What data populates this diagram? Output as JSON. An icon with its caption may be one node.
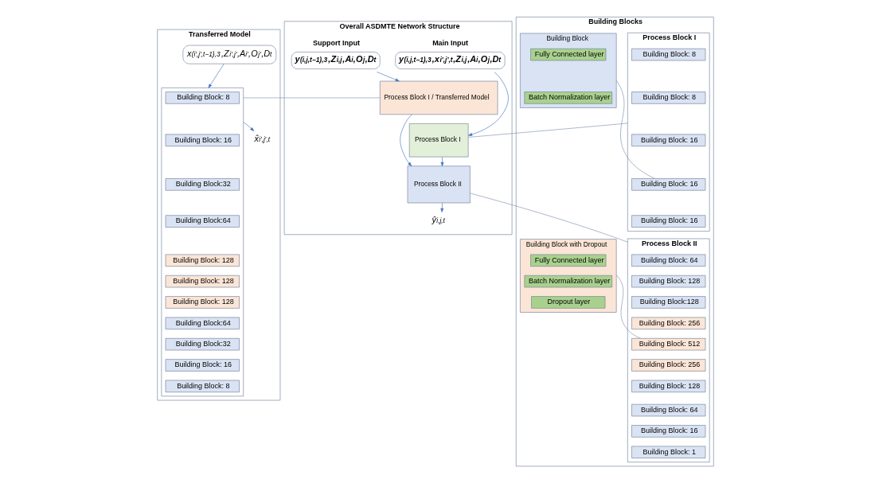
{
  "diagram": {
    "nodes": [
      {
        "text": [
          "Transferred Model"
        ]
      },
      {
        "text": [
          "x$_{(i′,j′,t−1),3}$,Z$_{i′,j′}$,A$_{i′}$,O$_{j′}$,D$_{t}$"
        ],
        "in": 0
      },
      {
        "text": [],
        "shape": "box",
        "in": 0
      },
      {
        "text": [
          "Building Block: 8"
        ],
        "in": 2
      },
      {
        "text": [
          "Building Block: 16"
        ],
        "in": 2
      },
      {
        "text": [
          "Building Block:32"
        ],
        "in": 2
      },
      {
        "text": [
          "Building Block:64"
        ],
        "in": 2
      },
      {
        "text": [
          "Building Block: 128"
        ],
        "in": 2
      },
      {
        "text": [
          "Building Block: 128"
        ],
        "in": 2
      },
      {
        "text": [
          "Building Block: 128"
        ],
        "in": 2
      },
      {
        "text": [
          "Building Block:64"
        ],
        "in": 2
      },
      {
        "text": [
          "Building Block:32"
        ],
        "in": 2
      },
      {
        "text": [
          "Building Block: 16"
        ],
        "in": 2
      },
      {
        "text": [
          "Building Block: 8"
        ],
        "in": 2
      },
      {
        "text": [
          "x̂$_{i′,j′,t}$"
        ],
        "in": 0
      },
      {
        "text": [
          "Overall ASDMTE Network Structure"
        ]
      },
      {
        "text": [
          "Support Input",
          "y$_{(i,j,t−1),3}$,Z$_{i,j}$,A$_{i}$,O$_{j}$,D$_{t}$"
        ],
        "in": 15
      },
      {
        "text": [
          "Main Input",
          "y$_{(i,j,t−1),3}$,x$_{i′,j′,t}$,Z$_{i,j}$,A$_{i}$,O$_{j}$,D$_{t}$"
        ],
        "in": 15
      },
      {
        "text": [
          "Process Block I / Transferred Model"
        ],
        "in": 15
      },
      {
        "text": [
          "Process Block I"
        ],
        "in": 15
      },
      {
        "text": [
          "Process Block II"
        ],
        "in": 15
      },
      {
        "text": [
          "ŷ$_{i,j,t}$"
        ],
        "in": 15
      },
      {
        "text": [
          "Building Blocks"
        ]
      },
      {
        "text": [
          "Process Block I"
        ],
        "in": 22
      },
      {
        "text": [
          "Building Block: 8"
        ],
        "in": 23
      },
      {
        "text": [
          "Building Block: 8"
        ],
        "in": 23
      },
      {
        "text": [
          "Building Block: 16"
        ],
        "in": 23
      },
      {
        "text": [
          "Building Block: 16"
        ],
        "in": 23
      },
      {
        "text": [
          "Building Block: 16"
        ],
        "in": 23
      },
      {
        "text": [
          "Process Block II"
        ],
        "in": 22
      },
      {
        "text": [
          "Building Block: 64"
        ],
        "in": 29
      },
      {
        "text": [
          "Building Block: 128"
        ],
        "in": 29
      },
      {
        "text": [
          "Building Block:128"
        ],
        "in": 29
      },
      {
        "text": [
          "Building Block: 256"
        ],
        "in": 29
      },
      {
        "text": [
          "Building Block: 512"
        ],
        "in": 29
      },
      {
        "text": [
          "Building Block: 256"
        ],
        "in": 29
      },
      {
        "text": [
          "Building Block: 128"
        ],
        "in": 29
      },
      {
        "text": [
          "Building Block: 64"
        ],
        "in": 29
      },
      {
        "text": [
          "Building Block: 16"
        ],
        "in": 29
      },
      {
        "text": [
          "Building Block: 1"
        ],
        "in": 29
      },
      {
        "text": [
          "Building Block"
        ],
        "in": 22
      },
      {
        "text": [
          "Fully Connected layer"
        ],
        "in": 40
      },
      {
        "text": [
          "Batch Normalization layer"
        ],
        "in": 40
      },
      {
        "text": [
          "Building Block with Dropout"
        ],
        "in": 22
      },
      {
        "text": [
          "Fully Connected layer"
        ],
        "in": 43
      },
      {
        "text": [
          "Batch Normalization layer"
        ],
        "in": 43
      },
      {
        "text": [
          "Dropout layer"
        ],
        "in": 43
      }
    ],
    "edges": [
      {
        "from": 1,
        "to": 2,
        "arrow": "to"
      },
      {
        "from": 2,
        "to": 14,
        "arrow": "to"
      },
      {
        "from": 16,
        "to": 18,
        "arrow": "to"
      },
      {
        "from": 17,
        "to": 19,
        "arrow": "to"
      },
      {
        "from": 18,
        "to": 20,
        "arrow": "to"
      },
      {
        "from": 19,
        "to": 20,
        "arrow": "to"
      },
      {
        "from": 20,
        "to": 21,
        "arrow": "to"
      },
      {
        "from": 18,
        "to": 2,
        "arrow": "none"
      },
      {
        "from": 19,
        "to": 23,
        "arrow": "none"
      },
      {
        "from": 20,
        "to": 29,
        "arrow": "none"
      },
      {
        "from": 27,
        "to": 40,
        "arrow": "none"
      },
      {
        "from": 34,
        "to": 43,
        "arrow": "none"
      }
    ]
  }
}
